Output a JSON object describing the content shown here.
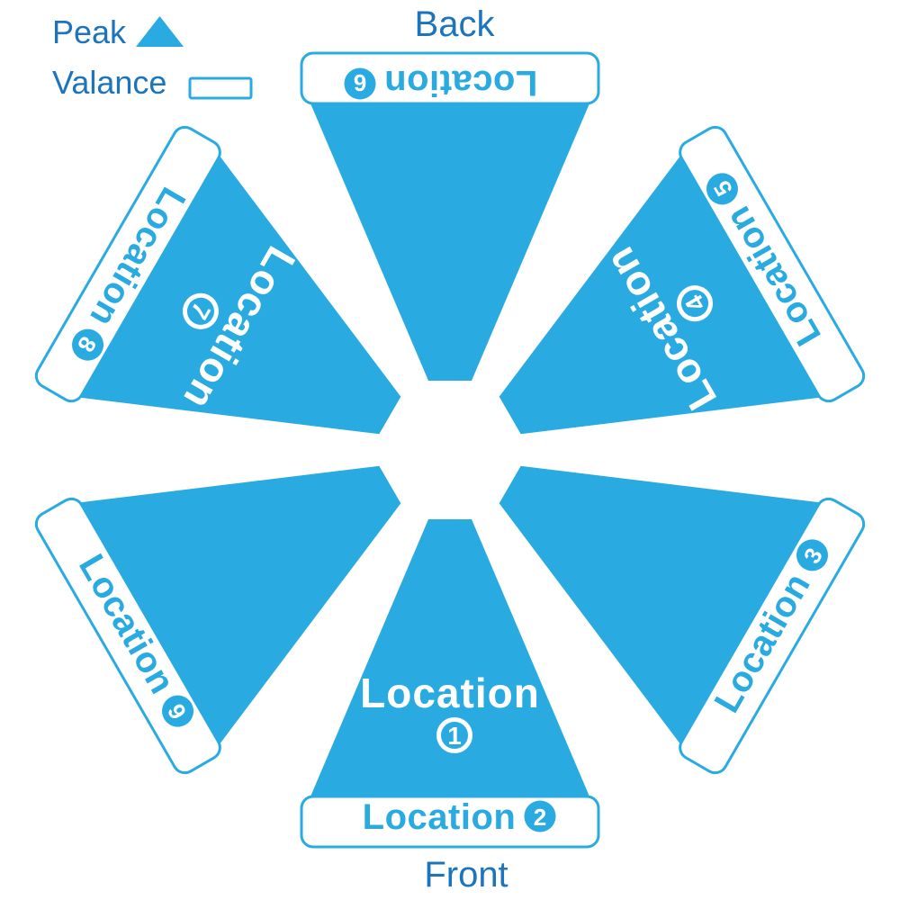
{
  "legend": {
    "peak_label": "Peak",
    "valance_label": "Valance"
  },
  "orientation": {
    "top_label": "Back",
    "bottom_label": "Front"
  },
  "colors": {
    "canopy_cyan": "#29ABE2",
    "text_blue": "#1C75BC",
    "white": "#FFFFFF"
  },
  "panels": [
    {
      "name": "front",
      "rotation": 0,
      "body": {
        "label": "Location",
        "number": "1"
      },
      "valance": {
        "label": "Location",
        "number": "2"
      }
    },
    {
      "name": "bottom-right",
      "rotation": -60,
      "body": null,
      "valance": {
        "label": "Location",
        "number": "3"
      }
    },
    {
      "name": "top-right",
      "rotation": -120,
      "body": {
        "label": "Location",
        "number": "4"
      },
      "valance": {
        "label": "Location",
        "number": "5"
      }
    },
    {
      "name": "back",
      "rotation": 180,
      "body": null,
      "valance": {
        "label": "Location",
        "number": "6"
      }
    },
    {
      "name": "top-left",
      "rotation": 120,
      "body": {
        "label": "Location",
        "number": "7"
      },
      "valance": {
        "label": "Location",
        "number": "8"
      }
    },
    {
      "name": "bottom-left",
      "rotation": 60,
      "body": null,
      "valance": {
        "label": "Location",
        "number": "9"
      }
    }
  ]
}
